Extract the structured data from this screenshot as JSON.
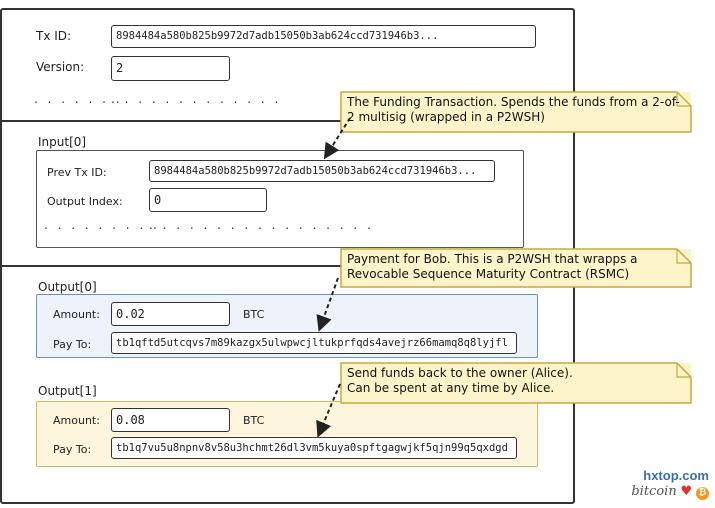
{
  "tx": {
    "txid_label": "Tx ID:",
    "txid_value": "8984484a580b825b9972d7adb15050b3ab624ccd731946b3...",
    "version_label": "Version:",
    "version_value": "2",
    "dots_left": ". . . . . . .",
    "dots_right": ". . . . . . . . . . . . ."
  },
  "input0": {
    "title": "Input[0]",
    "prev_label": "Prev Tx ID:",
    "prev_value": "8984484a580b825b9972d7adb15050b3ab624ccd731946b3...",
    "index_label": "Output Index:",
    "index_value": "0",
    "dots_left": ". . . . . . . . .",
    "dots_right": ". . . . . . . . . . . . . . . . ."
  },
  "output0": {
    "title": "Output[0]",
    "amount_label": "Amount:",
    "amount_value": "0.02",
    "unit": "BTC",
    "payto_label": "Pay To:",
    "payto_value": "tb1qftd5utcqvs7m89kazgx5ulwpwcjltukprfqds4avejrz66mamq8q8lyjfl"
  },
  "output1": {
    "title": "Output[1]",
    "amount_label": "Amount:",
    "amount_value": "0.08",
    "unit": "BTC",
    "payto_label": "Pay To:",
    "payto_value": "tb1q7vu5u8npnv8v58u3hchmt26dl3vm5kuya0spftgagwjkf5qjn99q5qxdgd"
  },
  "notes": {
    "funding": "The Funding Transaction.  Spends the funds from a 2-of-2 multisig (wrapped in a P2WSH)",
    "bob": "Payment for Bob. This is a P2WSH that wrapps a Revocable Sequence Maturity Contract (RSMC)",
    "alice_line1": "Send funds back to the owner (Alice).",
    "alice_line2": "Can be spent at any time by Alice."
  },
  "watermark": {
    "site": "hxtop.com",
    "brand": "bitcoin"
  },
  "colors": {
    "output0_bg": "#eef3fb",
    "output0_border": "#6c8fc8",
    "output1_bg": "#fdf6dc",
    "output1_border": "#d9b860",
    "note_bg": "#fdf5c9",
    "arrow": "#222222"
  }
}
